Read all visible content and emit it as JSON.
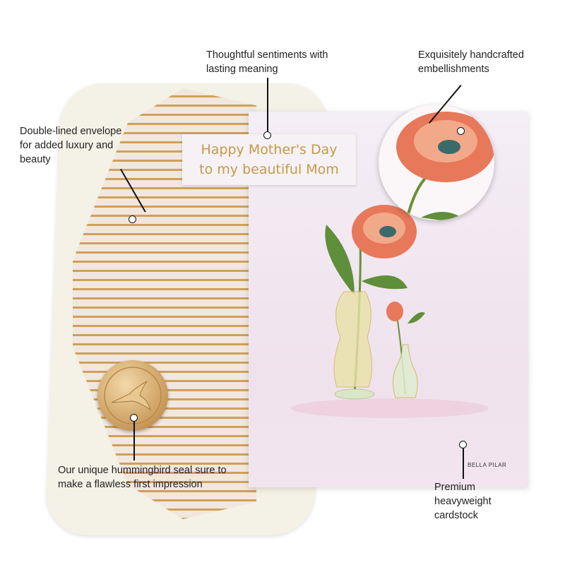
{
  "callouts": {
    "sentiments": "Thoughtful sentiments with lasting meaning",
    "embellishments": "Exquisitely handcrafted embellishments",
    "envelope": "Double-lined envelope for added luxury and beauty",
    "seal": "Our unique hummingbird seal sure to make a flawless first impression",
    "cardstock": "Premium heavyweight cardstock"
  },
  "card": {
    "line1": "Happy Mother's Day",
    "line2": "to my beautiful Mom",
    "signature": "BELLA PILAR"
  },
  "colors": {
    "gold": "#c39a4a",
    "card": "#f1e6ef",
    "flower": "#e7785a"
  }
}
